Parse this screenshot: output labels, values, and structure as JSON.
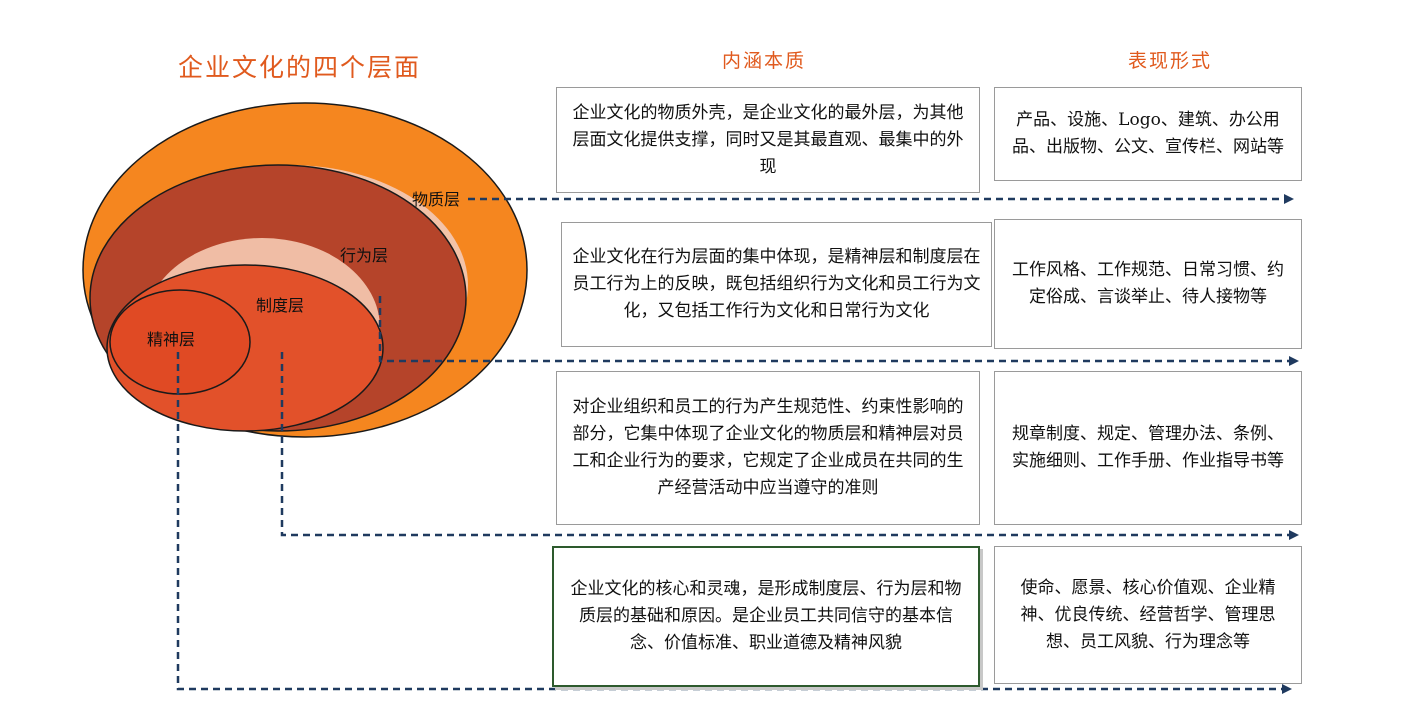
{
  "title": "企业文化的四个层面",
  "columns": {
    "essence": "内涵本质",
    "forms": "表现形式"
  },
  "layers": [
    {
      "name": "物质层",
      "essence": "企业文化的物质外壳，是企业文化的最外层，为其他层面文化提供支撑，同时又是其最直观、最集中的外现",
      "forms": "产品、设施、Logo、建筑、办公用品、出版物、公文、宣传栏、网站等"
    },
    {
      "name": "行为层",
      "essence": "企业文化在行为层面的集中体现，是精神层和制度层在员工行为上的反映，既包括组织行为文化和员工行为文化，又包括工作行为文化和日常行为文化",
      "forms": "工作风格、工作规范、日常习惯、约定俗成、言谈举止、待人接物等"
    },
    {
      "name": "制度层",
      "essence": "对企业组织和员工的行为产生规范性、约束性影响的部分，它集中体现了企业文化的物质层和精神层对员工和企业行为的要求，它规定了企业成员在共同的生产经营活动中应当遵守的准则",
      "forms": "规章制度、规定、管理办法、条例、实施细则、工作手册、作业指导书等"
    },
    {
      "name": "精神层",
      "essence": "企业文化的核心和灵魂，是形成制度层、行为层和物质层的基础和原因。是企业员工共同信守的基本信念、价值标准、职业道德及精神风貌",
      "forms": "使命、愿景、核心价值观、企业精神、优良传统、经营哲学、管理思想、员工风貌、行为理念等"
    }
  ],
  "colors": {
    "outer": "#f5861f",
    "behavior": "#b5442a",
    "system": "#e2512a",
    "spirit": "#e04a24",
    "highlight": "#f3c3a8",
    "arrow": "#1f3a5f",
    "title": "#e05a1e"
  }
}
